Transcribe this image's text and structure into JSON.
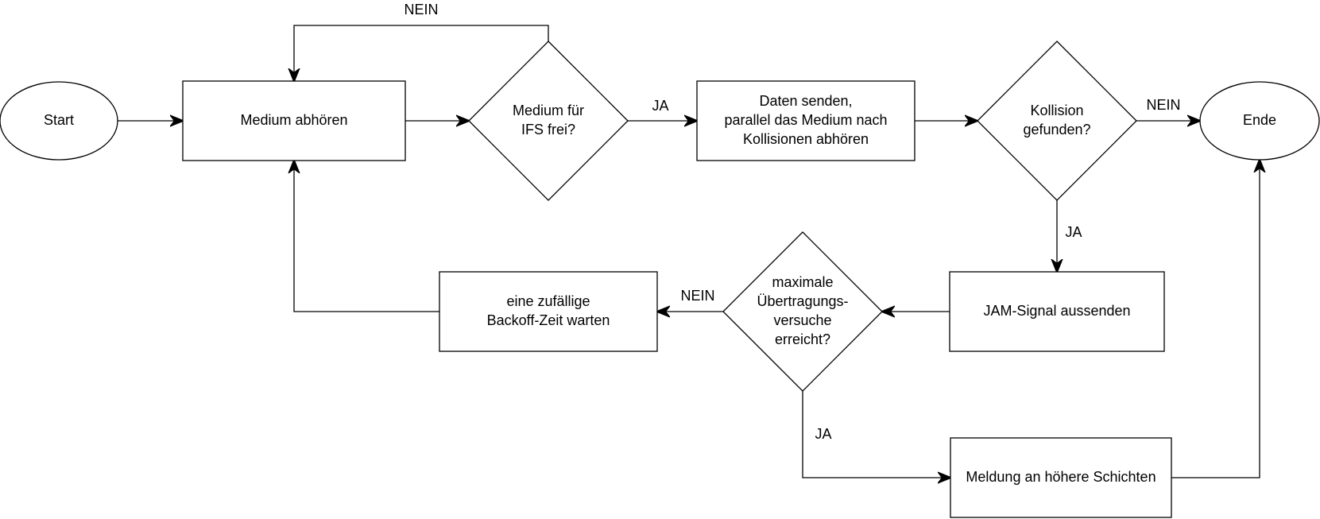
{
  "nodes": {
    "start": {
      "shape": "ellipse",
      "lines": [
        "Start"
      ]
    },
    "listen": {
      "shape": "rect",
      "lines": [
        "Medium abhören"
      ]
    },
    "ifs_free": {
      "shape": "diamond",
      "lines": [
        "Medium für",
        "IFS frei?"
      ]
    },
    "send": {
      "shape": "rect",
      "lines": [
        "Daten senden,",
        "parallel das Medium nach",
        "Kollisionen abhören"
      ]
    },
    "collision": {
      "shape": "diamond",
      "lines": [
        "Kollision",
        "gefunden?"
      ]
    },
    "end": {
      "shape": "ellipse",
      "lines": [
        "Ende"
      ]
    },
    "jam": {
      "shape": "rect",
      "lines": [
        "JAM-Signal aussenden"
      ]
    },
    "max_attempts": {
      "shape": "diamond",
      "lines": [
        "maximale",
        "Übertragungs-",
        "versuche",
        "erreicht?"
      ]
    },
    "backoff": {
      "shape": "rect",
      "lines": [
        "eine zufällige",
        "Backoff-Zeit warten"
      ]
    },
    "report": {
      "shape": "rect",
      "lines": [
        "Meldung an höhere Schichten"
      ]
    }
  },
  "edges": [
    {
      "from": "start",
      "to": "listen",
      "label": ""
    },
    {
      "from": "listen",
      "to": "ifs_free",
      "label": ""
    },
    {
      "from": "ifs_free",
      "to": "send",
      "label": "JA"
    },
    {
      "from": "ifs_free",
      "to": "listen",
      "label": "NEIN"
    },
    {
      "from": "send",
      "to": "collision",
      "label": ""
    },
    {
      "from": "collision",
      "to": "end",
      "label": "NEIN"
    },
    {
      "from": "collision",
      "to": "jam",
      "label": "JA"
    },
    {
      "from": "jam",
      "to": "max_attempts",
      "label": ""
    },
    {
      "from": "max_attempts",
      "to": "backoff",
      "label": "NEIN"
    },
    {
      "from": "max_attempts",
      "to": "report",
      "label": "JA"
    },
    {
      "from": "backoff",
      "to": "listen",
      "label": ""
    },
    {
      "from": "report",
      "to": "end",
      "label": ""
    }
  ]
}
